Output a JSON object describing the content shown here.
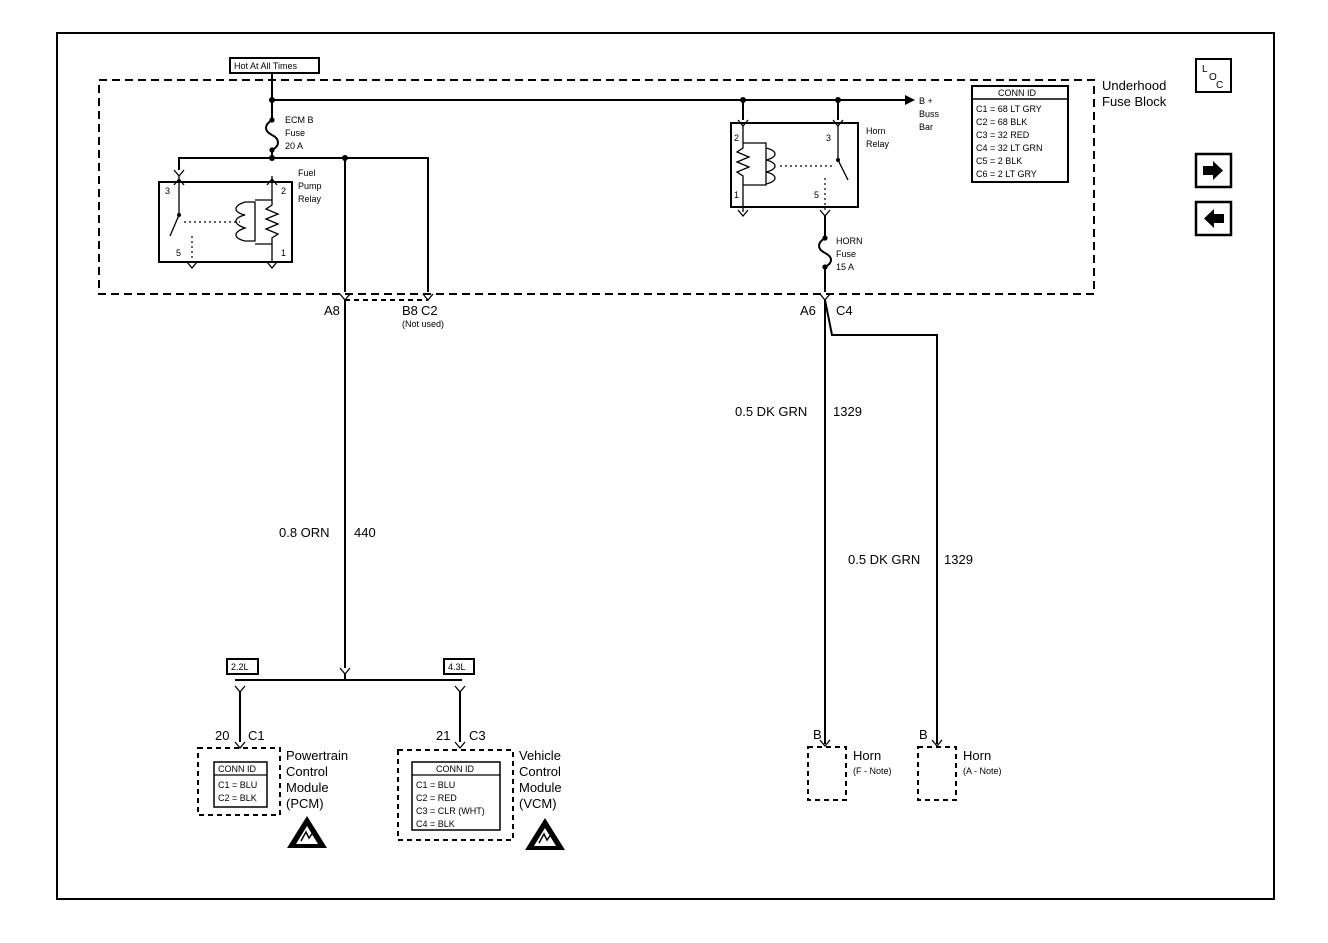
{
  "supply": {
    "hot_label": "Hot At All Times",
    "ecm_fuse": [
      "ECM B",
      "Fuse",
      "20 A"
    ],
    "bus_bar": [
      "B +",
      "Buss",
      "Bar"
    ],
    "fuse_block_label": [
      "Underhood",
      "Fuse Block"
    ]
  },
  "conn_table": {
    "title": "CONN ID",
    "rows": [
      "C1 = 68 LT GRY",
      "C2 = 68 BLK",
      "C3 = 32 RED",
      "C4 = 32 LT GRN",
      "C5 = 2 BLK",
      "C6 = 2 LT GRY"
    ]
  },
  "fuel_pump_relay": {
    "label": [
      "Fuel",
      "Pump",
      "Relay"
    ],
    "pins": {
      "p3": "3",
      "p2": "2",
      "p5": "5",
      "p1": "1"
    }
  },
  "horn_relay": {
    "label": [
      "Horn",
      "Relay"
    ],
    "pins": {
      "p2": "2",
      "p3": "3",
      "p1": "1",
      "p5": "5"
    }
  },
  "horn_fuse": [
    "HORN",
    "Fuse",
    "15 A"
  ],
  "terminals": {
    "a8": "A8",
    "b8": "B8",
    "c2": "C2",
    "not_used": "(Not used)",
    "a6": "A6",
    "c4": "C4"
  },
  "wires": {
    "orn": {
      "gauge_color": "0.8 ORN",
      "circuit": "440"
    },
    "grn1": {
      "gauge_color": "0.5 DK GRN",
      "circuit": "1329"
    },
    "grn2": {
      "gauge_color": "0.5 DK GRN",
      "circuit": "1329"
    }
  },
  "engine_tags": {
    "e22": "2.2L",
    "e43": "4.3L"
  },
  "pcm": {
    "pin": "20",
    "conn": "C1",
    "name": [
      "Powertrain",
      "Control",
      "Module",
      "(PCM)"
    ],
    "table_title": "CONN ID",
    "rows": [
      "C1 = BLU",
      "C2 = BLK"
    ]
  },
  "vcm": {
    "pin": "21",
    "conn": "C3",
    "name": [
      "Vehicle",
      "Control",
      "Module",
      "(VCM)"
    ],
    "table_title": "CONN ID",
    "rows": [
      "C1 = BLU",
      "C2 = RED",
      "C3 = CLR (WHT)",
      "C4 = BLK"
    ]
  },
  "horn_f": {
    "pin": "B",
    "name": "Horn",
    "note": "(F - Note)"
  },
  "horn_a": {
    "pin": "B",
    "name": "Horn",
    "note": "(A - Note)"
  },
  "nav": {
    "loc_l": "L",
    "loc_o": "O",
    "loc_c": "C",
    "forward_glyph": "➡",
    "back_glyph": "⬅"
  }
}
